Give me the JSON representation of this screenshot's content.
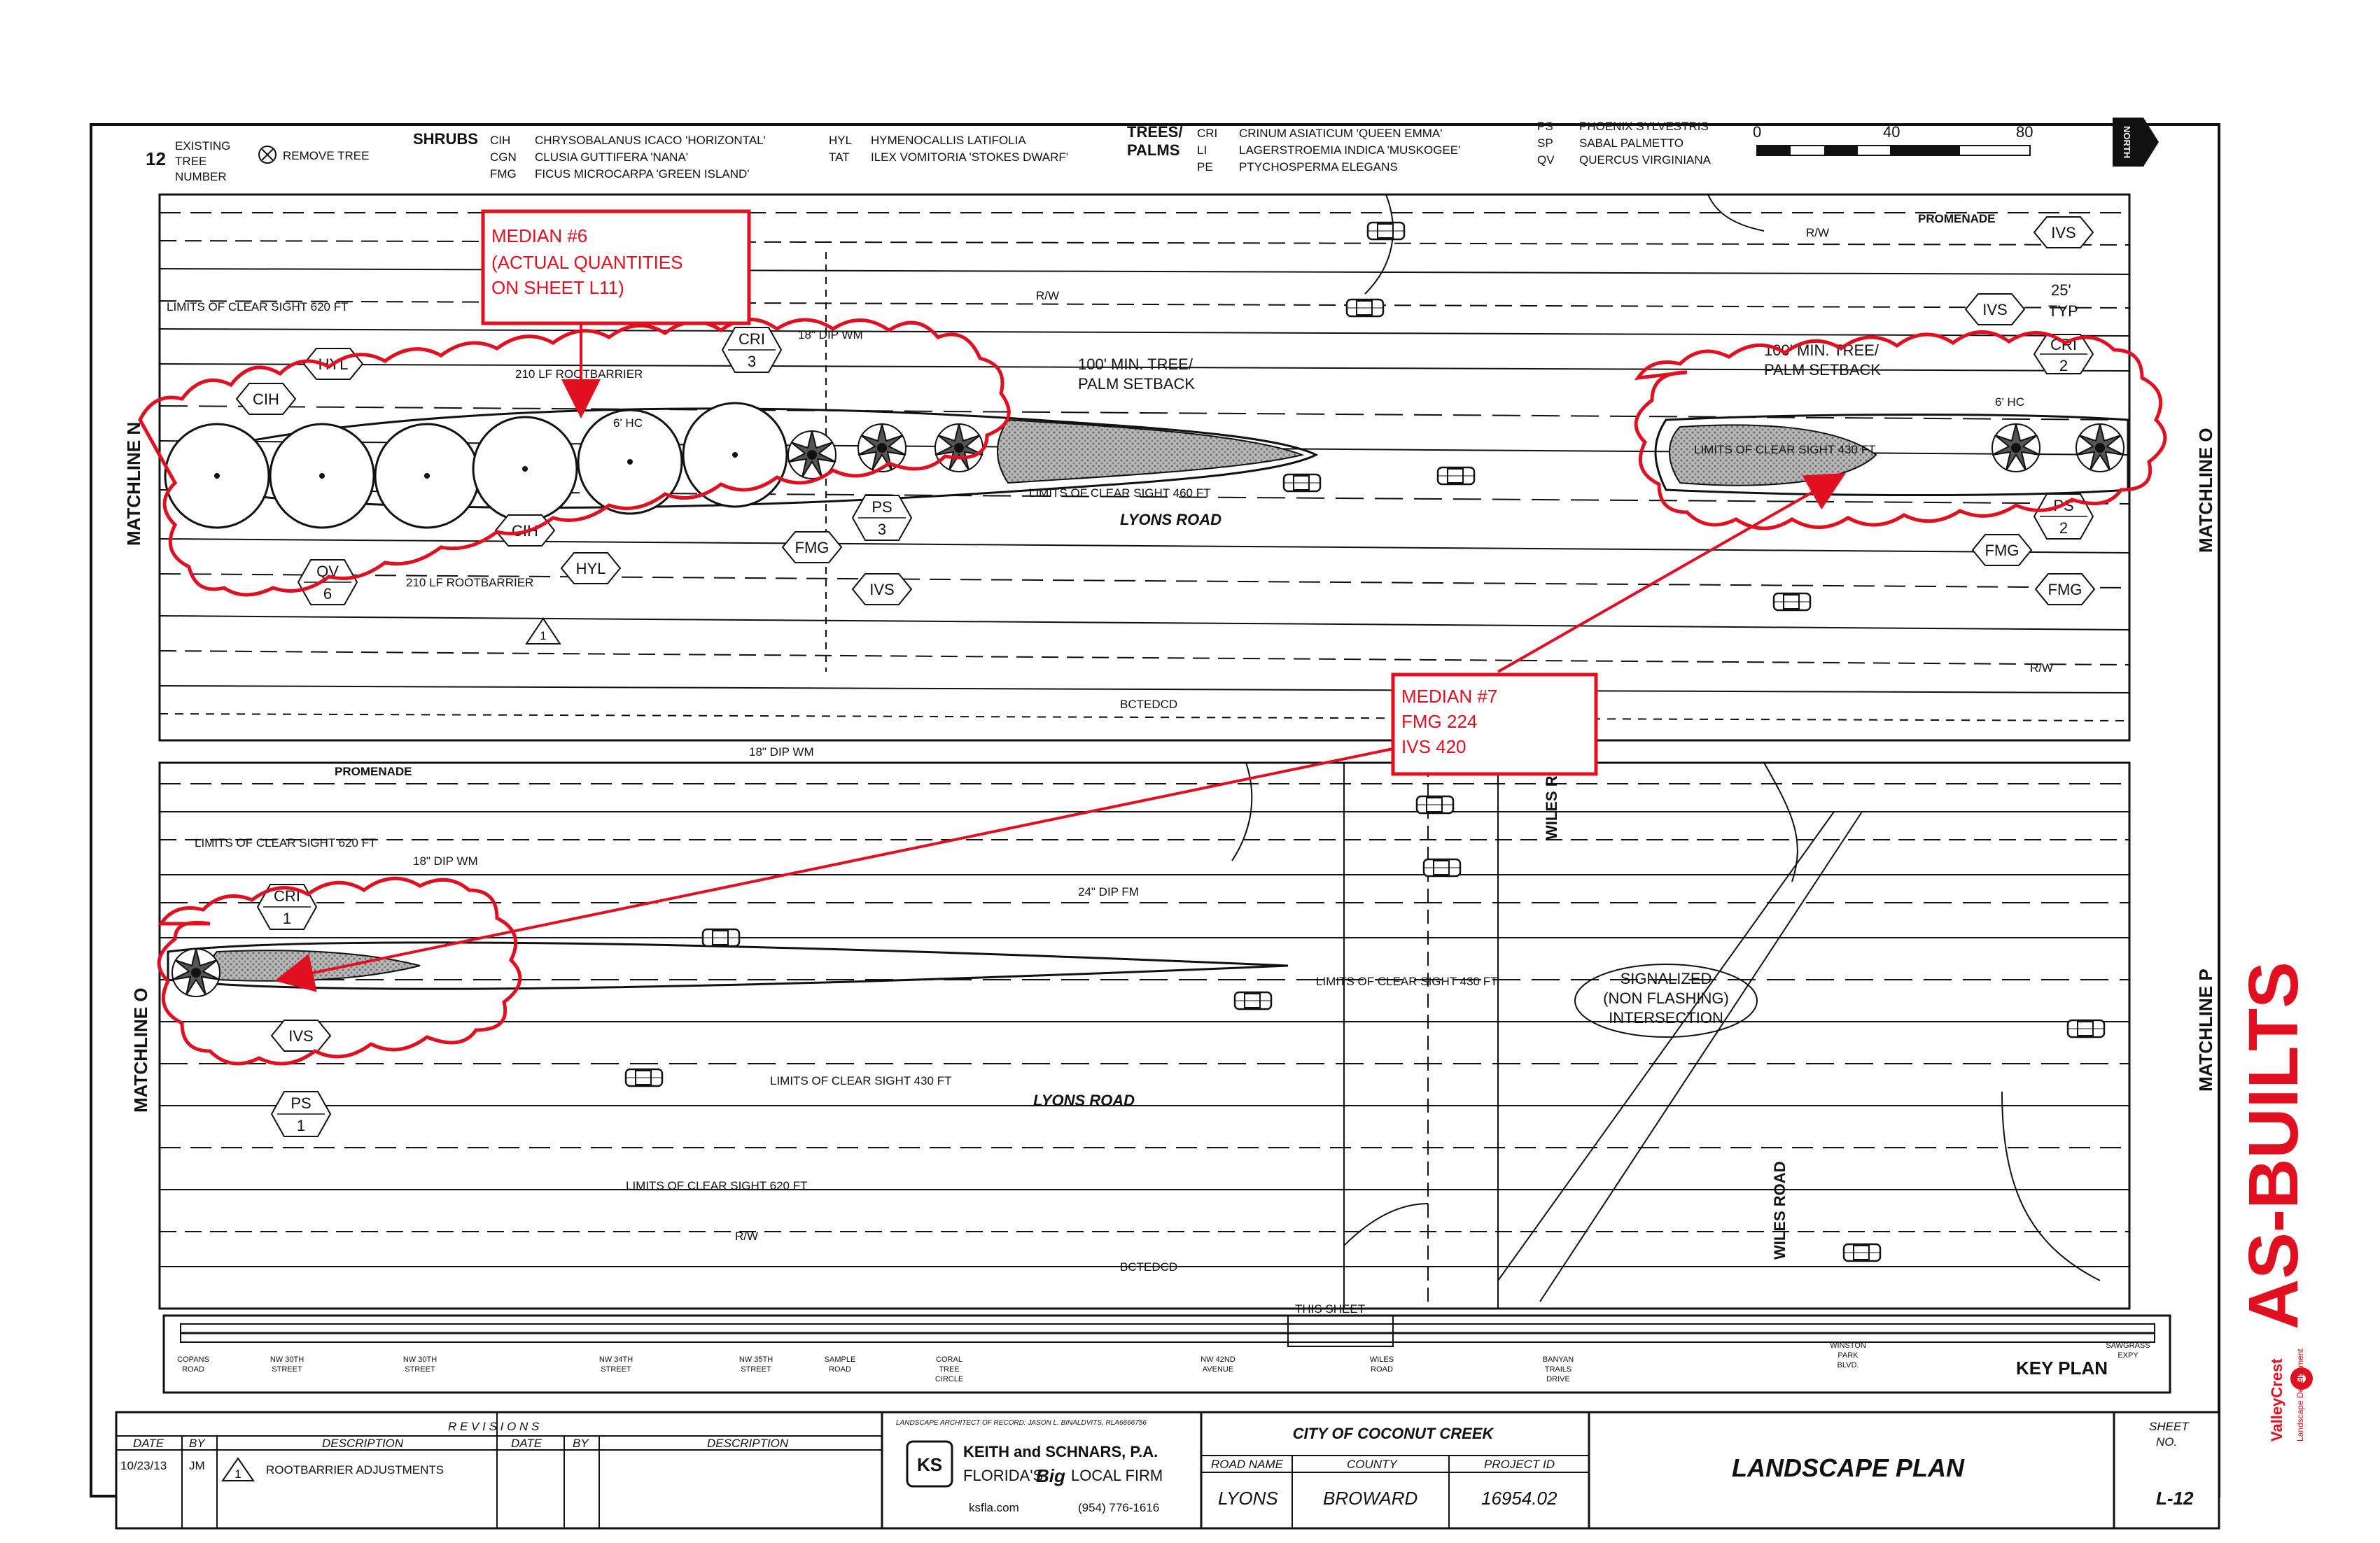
{
  "legend": {
    "existing_tree_number": "12",
    "existing_tree_label": [
      "EXISTING",
      "TREE",
      "NUMBER"
    ],
    "remove_tree": "REMOVE TREE",
    "shrubs_heading": "SHRUBS",
    "shrubs": [
      {
        "code": "CIH",
        "name": "CHRYSOBALANUS ICACO 'HORIZONTAL'"
      },
      {
        "code": "CGN",
        "name": "CLUSIA GUTTIFERA 'NANA'"
      },
      {
        "code": "FMG",
        "name": "FICUS MICROCARPA 'GREEN ISLAND'"
      },
      {
        "code": "HYL",
        "name": "HYMENOCALLIS LATIFOLIA"
      },
      {
        "code": "TAT",
        "name": "ILEX VOMITORIA 'STOKES DWARF'"
      }
    ],
    "trees_heading": [
      "TREES/",
      "PALMS"
    ],
    "trees": [
      {
        "code": "CRI",
        "name": "CRINUM ASIATICUM 'QUEEN EMMA'"
      },
      {
        "code": "LI",
        "name": "LAGERSTROEMIA INDICA 'MUSKOGEE'"
      },
      {
        "code": "PE",
        "name": "PTYCHOSPERMA ELEGANS"
      },
      {
        "code": "PS",
        "name": "PHOENIX SYLVESTRIS"
      },
      {
        "code": "SP",
        "name": "SABAL PALMETTO"
      },
      {
        "code": "QV",
        "name": "QUERCUS VIRGINIANA"
      }
    ],
    "scale": [
      "0",
      "40",
      "80"
    ],
    "north": "NORTH"
  },
  "plan_top": {
    "matchline_left": "MATCHLINE N",
    "matchline_right": "MATCHLINE O",
    "road": "LYONS ROAD",
    "promenade": "PROMENADE",
    "rw": "R/W",
    "water_main": "18\" DIP WM",
    "clear_sight_620": "LIMITS OF CLEAR SIGHT 620 FT",
    "clear_sight_460": "LIMITS OF CLEAR SIGHT 460 FT",
    "clear_sight_430": "LIMITS OF CLEAR SIGHT 430 FT",
    "setback": [
      "100' MIN. TREE/",
      "PALM SETBACK"
    ],
    "rootbarrier": "210 LF ROOTBARRIER",
    "typ_25": [
      "25'",
      "TYP"
    ],
    "hc": "6' HC",
    "bctedcd": "BCTEDCD"
  },
  "plan_bottom": {
    "matchline_left": "MATCHLINE O",
    "matchline_right": "MATCHLINE P",
    "road": "LYONS ROAD",
    "cross_road": "WILES ROAD",
    "promenade": "PROMENADE",
    "water_main": "18\" DIP WM",
    "force_main": "24\" DIP FM",
    "clear_sight_620": "LIMITS OF CLEAR SIGHT 620 FT",
    "clear_sight_430": "LIMITS OF CLEAR SIGHT 430 FT",
    "signal": [
      "SIGNALIZED",
      "(NON FLASHING)",
      "INTERSECTION"
    ],
    "rw": "R/W",
    "bctedcd": "BCTEDCD"
  },
  "callouts": {
    "median6": [
      "MEDIAN #6",
      "(ACTUAL QUANTITIES",
      "ON SHEET L11)"
    ],
    "median7": [
      "MEDIAN #7",
      "FMG 224",
      "IVS 420"
    ]
  },
  "tags": {
    "hyl": "HYL",
    "cih": "CIH",
    "cri": "CRI",
    "qv": "QV",
    "ps": "PS",
    "fmg": "FMG",
    "ivs": "IVS",
    "n1": "1",
    "n2": "2",
    "n3": "3",
    "n6": "6"
  },
  "key_plan": {
    "title": "KEY PLAN",
    "this_sheet": "THIS SHEET",
    "stations": [
      [
        "COPANS",
        "ROAD"
      ],
      [
        "NW 30TH",
        "STREET"
      ],
      [
        "NW 30TH",
        "STREET"
      ],
      [
        "NW 34TH",
        "STREET"
      ],
      [
        "NW 35TH",
        "STREET"
      ],
      [
        "SAMPLE",
        "ROAD"
      ],
      [
        "CORAL",
        "TREE",
        "CIRCLE"
      ],
      [
        "NW 42ND",
        "AVENUE"
      ],
      [
        "WILES",
        "ROAD"
      ],
      [
        "BANYAN",
        "TRAILS",
        "DRIVE"
      ],
      [
        "WINSTON",
        "PARK",
        "BLVD."
      ],
      [
        "SAWGRASS",
        "EXPY"
      ]
    ]
  },
  "title_block": {
    "revisions_heading": "R E V I S I O N S",
    "col_date": "DATE",
    "col_by": "BY",
    "col_desc": "DESCRIPTION",
    "rev_date": "10/23/13",
    "rev_by": "JM",
    "rev_num": "1",
    "rev_desc": "ROOTBARRIER ADJUSTMENTS",
    "architect": "LANDSCAPE ARCHITECT OF RECORD: JASON L. BINALDVITS, RLA6666756",
    "firm": "KEITH and SCHNARS, P.A.",
    "firm_tag1": "FLORIDA'S",
    "firm_tag2": "Big",
    "firm_tag3": "LOCAL FIRM",
    "logo": "KS",
    "web": "ksfla.com",
    "phone": "(954) 776-1616",
    "client": "CITY OF COCONUT CREEK",
    "road_name_h": "ROAD NAME",
    "county_h": "COUNTY",
    "project_h": "PROJECT ID",
    "road_name": "LYONS",
    "county": "BROWARD",
    "project": "16954.02",
    "sheet_title": "LANDSCAPE PLAN",
    "sheet_no_h": [
      "SHEET",
      "NO."
    ],
    "sheet_no": "L-12"
  },
  "stamp": {
    "as_builts": "AS-BUILTS",
    "brand1": "ValleyCrest",
    "brand2": "Landscape Development"
  },
  "colors": {
    "redline": "#e01020",
    "ink": "#111111",
    "hatch": "#8a8a8a"
  }
}
